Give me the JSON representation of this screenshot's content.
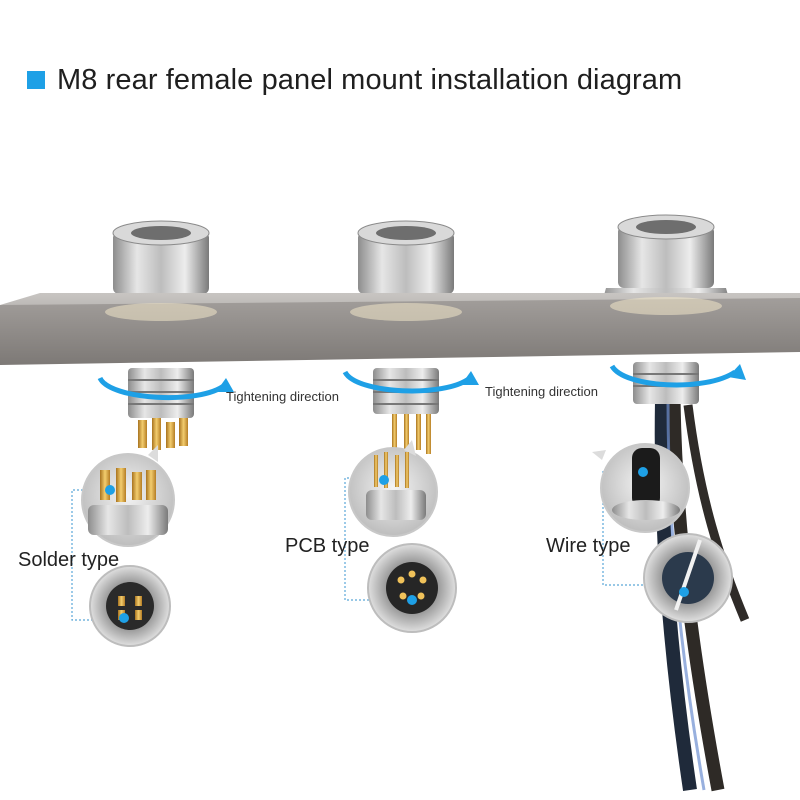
{
  "title": {
    "text": "M8 rear female  panel mount installation diagram",
    "marker_color": "#1ea0e6"
  },
  "colors": {
    "accent": "#1ea0e6",
    "panel": "#8d8884",
    "metal": "#c9c9c9",
    "gold": "#d9a441"
  },
  "connectors": [
    {
      "type_label": "Solder type",
      "direction_label": "Tightening direction",
      "icon": "solder-connector-icon"
    },
    {
      "type_label": "PCB type",
      "direction_label": "Tightening direction",
      "icon": "pcb-connector-icon"
    },
    {
      "type_label": "Wire type",
      "direction_label": "",
      "icon": "wire-connector-icon"
    }
  ]
}
